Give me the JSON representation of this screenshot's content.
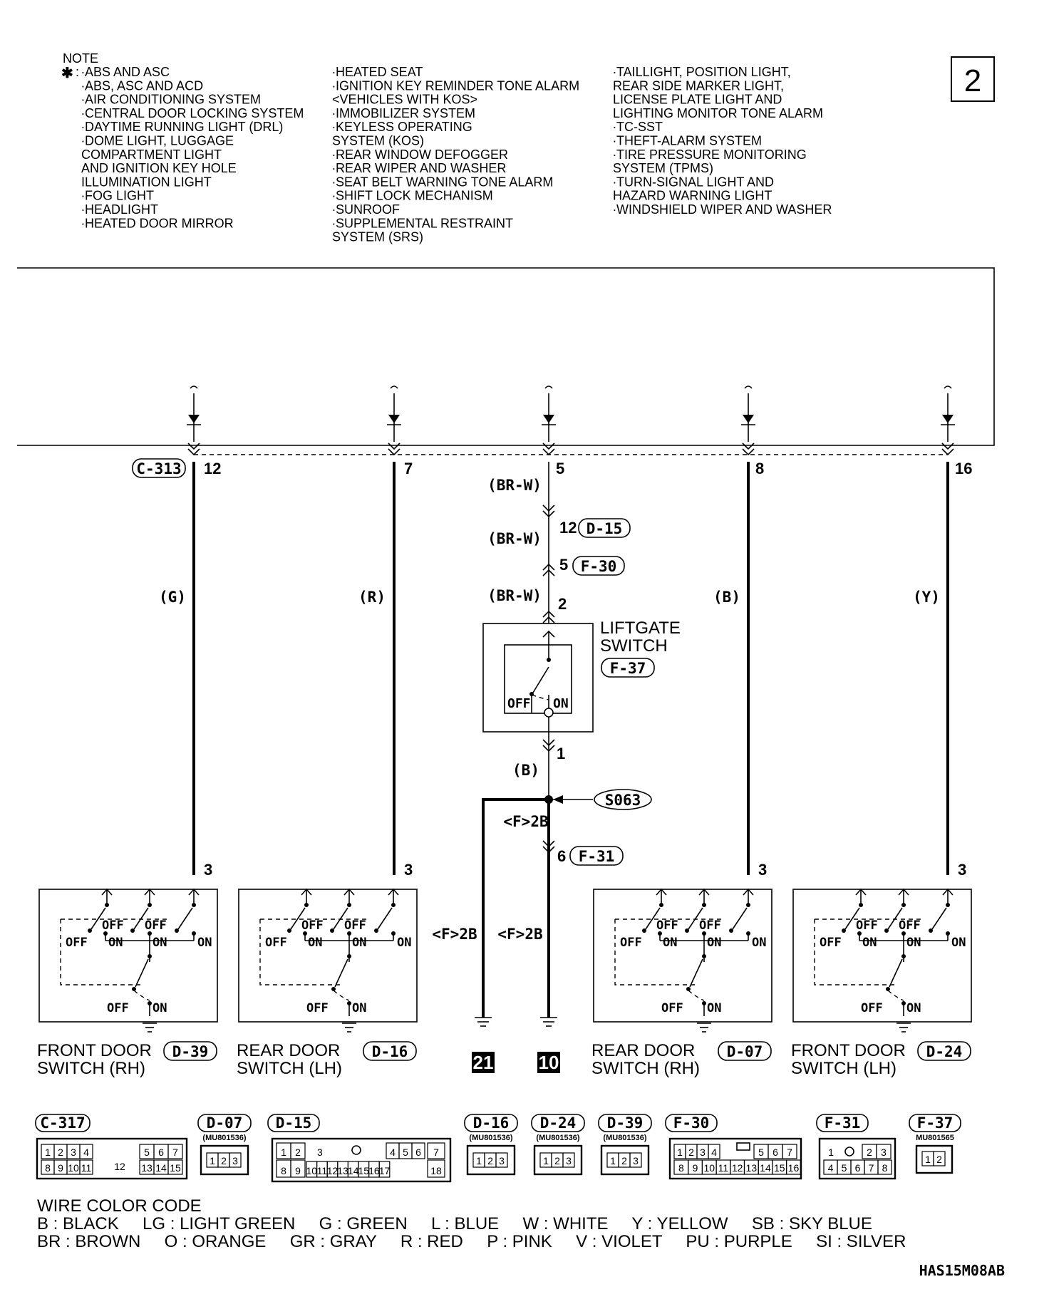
{
  "page_number": "2",
  "note": {
    "heading": "NOTE",
    "star": "✱",
    "col1": [
      "∙ABS AND ASC",
      "∙ABS, ASC AND ACD",
      "∙AIR CONDITIONING SYSTEM",
      "∙CENTRAL DOOR LOCKING SYSTEM",
      "∙DAYTIME RUNNING LIGHT (DRL)",
      "∙DOME LIGHT, LUGGAGE",
      " COMPARTMENT LIGHT",
      " AND IGNITION KEY HOLE",
      " ILLUMINATION LIGHT",
      "∙FOG LIGHT",
      "∙HEADLIGHT",
      "∙HEATED DOOR MIRROR"
    ],
    "col2": [
      "∙HEATED SEAT",
      "∙IGNITION KEY REMINDER TONE ALARM",
      " <VEHICLES WITH KOS>",
      "∙IMMOBILIZER SYSTEM",
      "∙KEYLESS OPERATING",
      " SYSTEM (KOS)",
      "∙REAR WINDOW DEFOGGER",
      "∙REAR WIPER AND WASHER",
      "∙SEAT BELT WARNING TONE ALARM",
      "∙SHIFT LOCK MECHANISM",
      "∙SUNROOF",
      "∙SUPPLEMENTAL RESTRAINT",
      " SYSTEM (SRS)"
    ],
    "col3": [
      "∙TAILLIGHT, POSITION LIGHT,",
      " REAR SIDE MARKER LIGHT,",
      " LICENSE PLATE LIGHT AND",
      " LIGHTING MONITOR TONE ALARM",
      "∙TC-SST",
      "∙THEFT-ALARM SYSTEM",
      "∙TIRE PRESSURE MONITORING",
      " SYSTEM (TPMS)",
      "∙TURN-SIGNAL LIGHT AND",
      " HAZARD WARNING LIGHT",
      "∙WINDSHIELD WIPER AND WASHER"
    ]
  },
  "connector_main": "C-313",
  "pins_top": [
    "12",
    "7",
    "5",
    "8",
    "16"
  ],
  "wire_colors": {
    "g": "(G)",
    "r": "(R)",
    "brw": "(BR-W)",
    "b": "(B)",
    "y": "(Y)"
  },
  "d15": {
    "pin": "12",
    "label": "D-15"
  },
  "f30": {
    "pin": "5",
    "label": "F-30"
  },
  "liftgate": {
    "pin_top": "2",
    "pin_bottom": "1",
    "name1": "LIFTGATE",
    "name2": "SWITCH",
    "connector": "F-37",
    "off": "OFF",
    "on": "ON"
  },
  "splice": "S063",
  "f2b": "<F>2B",
  "f31": {
    "pin": "6",
    "label": "F-31"
  },
  "switch_pin": "3",
  "sw_labels": {
    "off": "OFF",
    "on": "ON"
  },
  "switches": [
    {
      "line1": "FRONT DOOR",
      "line2": "SWITCH (RH)",
      "connector": "D-39"
    },
    {
      "line1": "REAR DOOR",
      "line2": "SWITCH (LH)",
      "connector": "D-16"
    },
    {
      "line1": "REAR DOOR",
      "line2": "SWITCH (RH)",
      "connector": "D-07"
    },
    {
      "line1": "FRONT DOOR",
      "line2": "SWITCH (LH)",
      "connector": "D-24"
    }
  ],
  "grounds": [
    "21",
    "10"
  ],
  "connector_views": {
    "c317": {
      "label": "C-317",
      "row1": [
        "1",
        "2",
        "3",
        "4",
        "5",
        "6",
        "7"
      ],
      "row2": [
        "8",
        "9",
        "10",
        "11",
        "12",
        "13",
        "14",
        "15"
      ]
    },
    "d07": {
      "label": "D-07",
      "part": "(MU801536)",
      "pins": [
        "1",
        "2",
        "3"
      ]
    },
    "d15": {
      "label": "D-15",
      "row1": [
        "1",
        "2",
        "3",
        "4",
        "5",
        "6",
        "7"
      ],
      "row2": [
        "8",
        "9",
        "10",
        "11",
        "12",
        "13",
        "14",
        "15",
        "16",
        "17",
        "18"
      ]
    },
    "d16": {
      "label": "D-16",
      "part": "(MU801536)",
      "pins": [
        "1",
        "2",
        "3"
      ]
    },
    "d24": {
      "label": "D-24",
      "part": "(MU801536)",
      "pins": [
        "1",
        "2",
        "3"
      ]
    },
    "d39": {
      "label": "D-39",
      "part": "(MU801536)",
      "pins": [
        "1",
        "2",
        "3"
      ]
    },
    "f30": {
      "label": "F-30",
      "row1": [
        "1",
        "2",
        "3",
        "4",
        "5",
        "6",
        "7"
      ],
      "row2": [
        "8",
        "9",
        "10",
        "11",
        "12",
        "13",
        "14",
        "15",
        "16"
      ]
    },
    "f31": {
      "label": "F-31",
      "row1": [
        "1",
        "2",
        "3"
      ],
      "row2": [
        "4",
        "5",
        "6",
        "7",
        "8"
      ]
    },
    "f37": {
      "label": "F-37",
      "part": "MU801565",
      "pins": [
        "1",
        "2"
      ]
    }
  },
  "color_code": {
    "title": "WIRE COLOR CODE",
    "line1": "B : BLACK     LG : LIGHT GREEN     G : GREEN     L : BLUE     W : WHITE     Y : YELLOW     SB : SKY BLUE",
    "line2": "BR : BROWN     O : ORANGE     GR : GRAY     R : RED     P : PINK     V : VIOLET     PU : PURPLE     SI : SILVER"
  },
  "figure_id": "HAS15M08AB"
}
